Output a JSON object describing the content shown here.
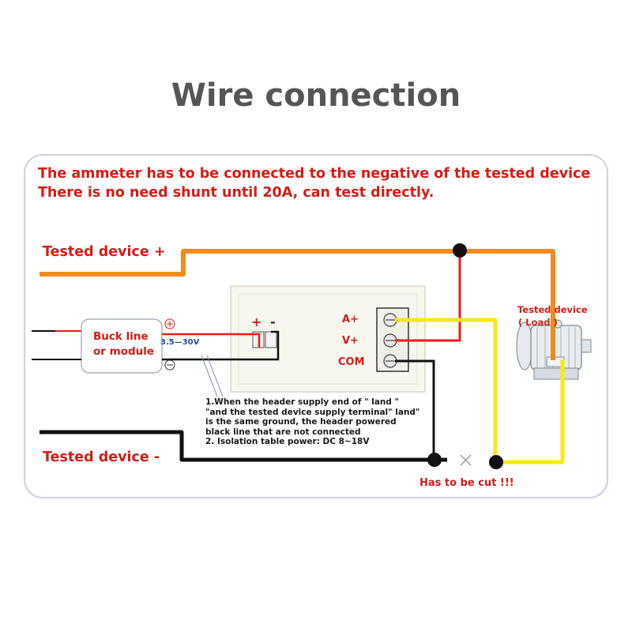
{
  "title": "Wire connection",
  "header_lines": [
    "The ammeter has to be connected to the negative of the tested device",
    "There is no need shunt until 20A, can test directly."
  ],
  "labels": {
    "tested_plus": "Tested device +",
    "tested_minus": "Tested device -",
    "buck_line1": "Buck line",
    "buck_line2": "or module",
    "voltage_range": "3.5—30V",
    "plus_symbol": "+",
    "minus_symbol": "-",
    "terminal_a": "A+",
    "terminal_v": "V+",
    "terminal_com": "COM",
    "load_line1": "Tested device",
    "load_line2": "( Load )",
    "cut_note": "Has to be cut !!!"
  },
  "notes": [
    "1.When the header supply end of \" land \"",
    "\"and the tested device supply terminal\" land\"",
    "is the same ground, the header powered",
    "black line that are not connected",
    "2. Isolation table power: DC 8~18V"
  ],
  "colors": {
    "orange_wire": "#f08c1c",
    "red_wire": "#e51e1e",
    "black_wire": "#111111",
    "yellow_wire": "#f5ea16",
    "label_red": "#d41c16",
    "title_gray": "#555555"
  }
}
